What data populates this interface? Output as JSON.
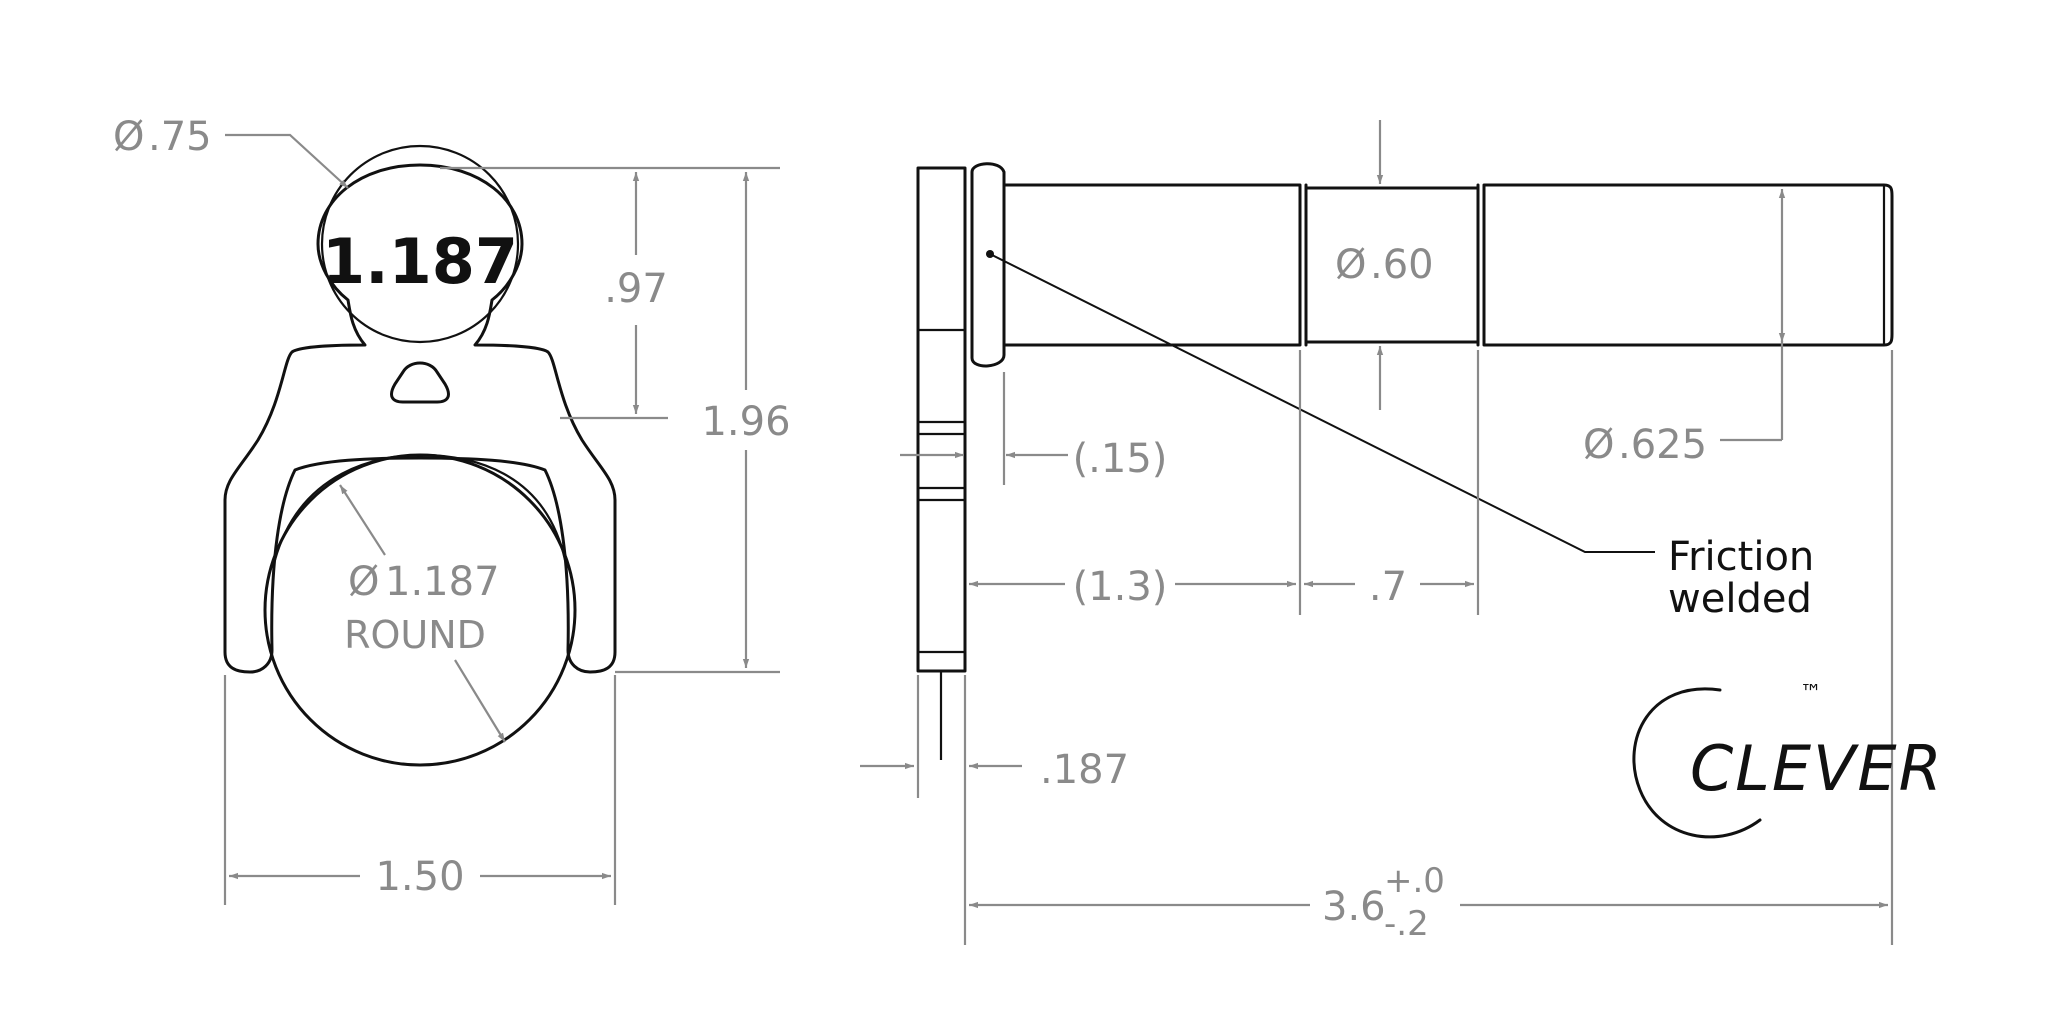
{
  "part_label": "1.187",
  "dimensions": {
    "head_diameter": {
      "symbol": "Ø",
      "value": ".75"
    },
    "head_height": ".97",
    "overall_height": "1.96",
    "round_diameter": {
      "symbol": "Ø",
      "value": "1.187",
      "note": "ROUND"
    },
    "overall_width": "1.50",
    "pin_diameter_small": {
      "symbol": "Ø",
      "value": ".60"
    },
    "pin_diameter_large": {
      "symbol": "Ø",
      "value": ".625"
    },
    "collar_offset": "(.15)",
    "first_length": "(1.3)",
    "groove_length": ".7",
    "plate_thickness": ".187",
    "overall_length": {
      "nominal": "3.6",
      "tol_plus": "+.0",
      "tol_minus": "-.2"
    }
  },
  "callout": {
    "line1": "Friction",
    "line2": "welded"
  },
  "logo": {
    "text": "CLEVER",
    "trademark": "™"
  },
  "colors": {
    "object": "#111111",
    "dimension": "#8a8a8a",
    "background": "#ffffff"
  }
}
